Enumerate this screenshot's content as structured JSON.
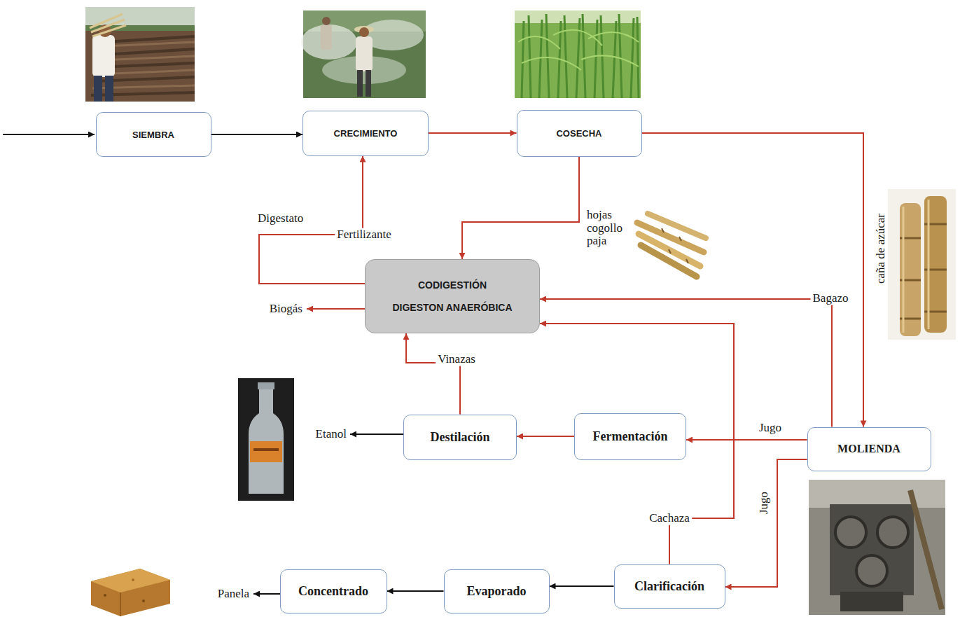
{
  "diagram": {
    "nodes": [
      {
        "text": [
          "SIEMBRA"
        ]
      },
      {
        "text": [
          "CRECIMIENTO"
        ]
      },
      {
        "text": [
          "COSECHA"
        ]
      },
      {
        "text": [
          "CODIGESTIÓN",
          "DIGESTON ANAERÓBICA"
        ]
      },
      {
        "text": [
          "Destilación"
        ]
      },
      {
        "text": [
          "Fermentación"
        ]
      },
      {
        "text": [
          "MOLIENDA"
        ]
      },
      {
        "text": [
          "Concentrado"
        ]
      },
      {
        "text": [
          "Evaporado"
        ]
      },
      {
        "text": [
          "Clarificación"
        ]
      }
    ],
    "edges": [
      {
        "from": 0,
        "to": 1,
        "arrow": "to"
      },
      {
        "from": 1,
        "to": 2,
        "arrow": "to"
      },
      {
        "from": 2,
        "to": 6,
        "arrow": "to",
        "label": "caña de azúcar"
      },
      {
        "from": 2,
        "to": 3,
        "arrow": "to",
        "label": "hojas cogollo paja"
      },
      {
        "from": 3,
        "to": 1,
        "arrow": "to",
        "label": "Fertilizante"
      },
      {
        "from": 6,
        "to": 3,
        "arrow": "to",
        "label": "Bagazo"
      },
      {
        "from": 4,
        "to": 3,
        "arrow": "to",
        "label": "Vinazas"
      },
      {
        "from": 9,
        "to": 3,
        "arrow": "to",
        "label": "Cachaza"
      },
      {
        "from": 6,
        "to": 5,
        "arrow": "to",
        "label": "Jugo"
      },
      {
        "from": 5,
        "to": 4,
        "arrow": "to"
      },
      {
        "from": 6,
        "to": 9,
        "arrow": "to",
        "label": "Jugo"
      },
      {
        "from": 9,
        "to": 8,
        "arrow": "to"
      },
      {
        "from": 8,
        "to": 7,
        "arrow": "to"
      }
    ],
    "labels": [
      "Digestato",
      "Biogás",
      "Etanol",
      "Panela"
    ]
  }
}
